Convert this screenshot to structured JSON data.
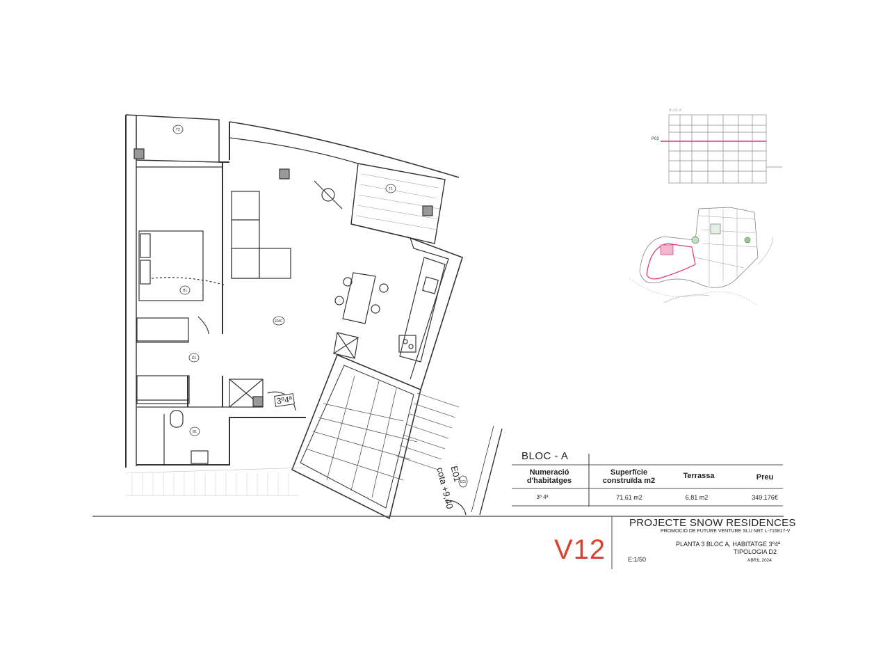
{
  "plan": {
    "room_labels": {
      "t2": "T2",
      "t1": "T1",
      "h1": "H1",
      "d1": "D1",
      "b1": "B1",
      "emc": "EMC",
      "e01": "E01"
    },
    "apartment_tag": "3º4ª",
    "cota": "cota +9,40",
    "cota_code": "E01"
  },
  "keymap": {
    "bloc_label": "BLOC A",
    "floor_label": "P03",
    "highlight_color": "#e0307a"
  },
  "table": {
    "bloc": "BLOC - A",
    "headers": {
      "numeracio": "Numeració",
      "habitatges": "d'habitatges",
      "superficie": "Superfície",
      "construida": "construïda m2",
      "terrassa": "Terrassa",
      "preu": "Preu"
    },
    "row": {
      "numero": "3º 4ª",
      "superficie": "71,61 m2",
      "terrassa": "6,81 m2",
      "preu": "349.176€"
    }
  },
  "title_block": {
    "version": "V12",
    "project": "PROJECTE SNOW RESIDENCES",
    "promoter": "PROMOCIÓ DE FUTURE VENTURE SLU NRT L-716817-V",
    "planta": "PLANTA 3 BLOC A, HABITATGE 3º4ª",
    "tipologia": "TIPOLOGIA D2",
    "scale": "E:1/50",
    "date": "ABRIL 2024"
  },
  "colors": {
    "version_red": "#d8412f",
    "line": "#333333"
  }
}
